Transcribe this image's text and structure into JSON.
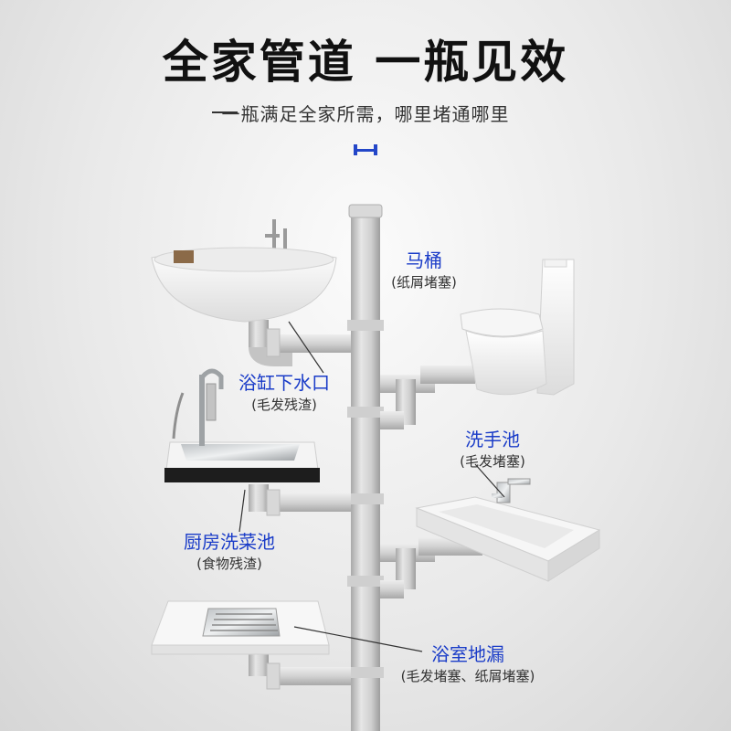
{
  "header": {
    "title": "全家管道 一瓶见效",
    "subtitle": "一瓶满足全家所需，哪里堵通哪里"
  },
  "labels": [
    {
      "id": "toilet",
      "title": "马桶",
      "sub": "(纸屑堵塞)"
    },
    {
      "id": "bathtub",
      "title": "浴缸下水口",
      "sub": "(毛发残渣)"
    },
    {
      "id": "washbasin",
      "title": "洗手池",
      "sub": "(毛发堵塞)"
    },
    {
      "id": "kitchen",
      "title": "厨房洗菜池",
      "sub": "(食物残渣)"
    },
    {
      "id": "floor-drain",
      "title": "浴室地漏",
      "sub": "(毛发堵塞、纸屑堵塞)"
    }
  ],
  "colors": {
    "label_title": "#1a3cc8",
    "accent": "#2346c8",
    "pipe": "#c9c9c9"
  }
}
